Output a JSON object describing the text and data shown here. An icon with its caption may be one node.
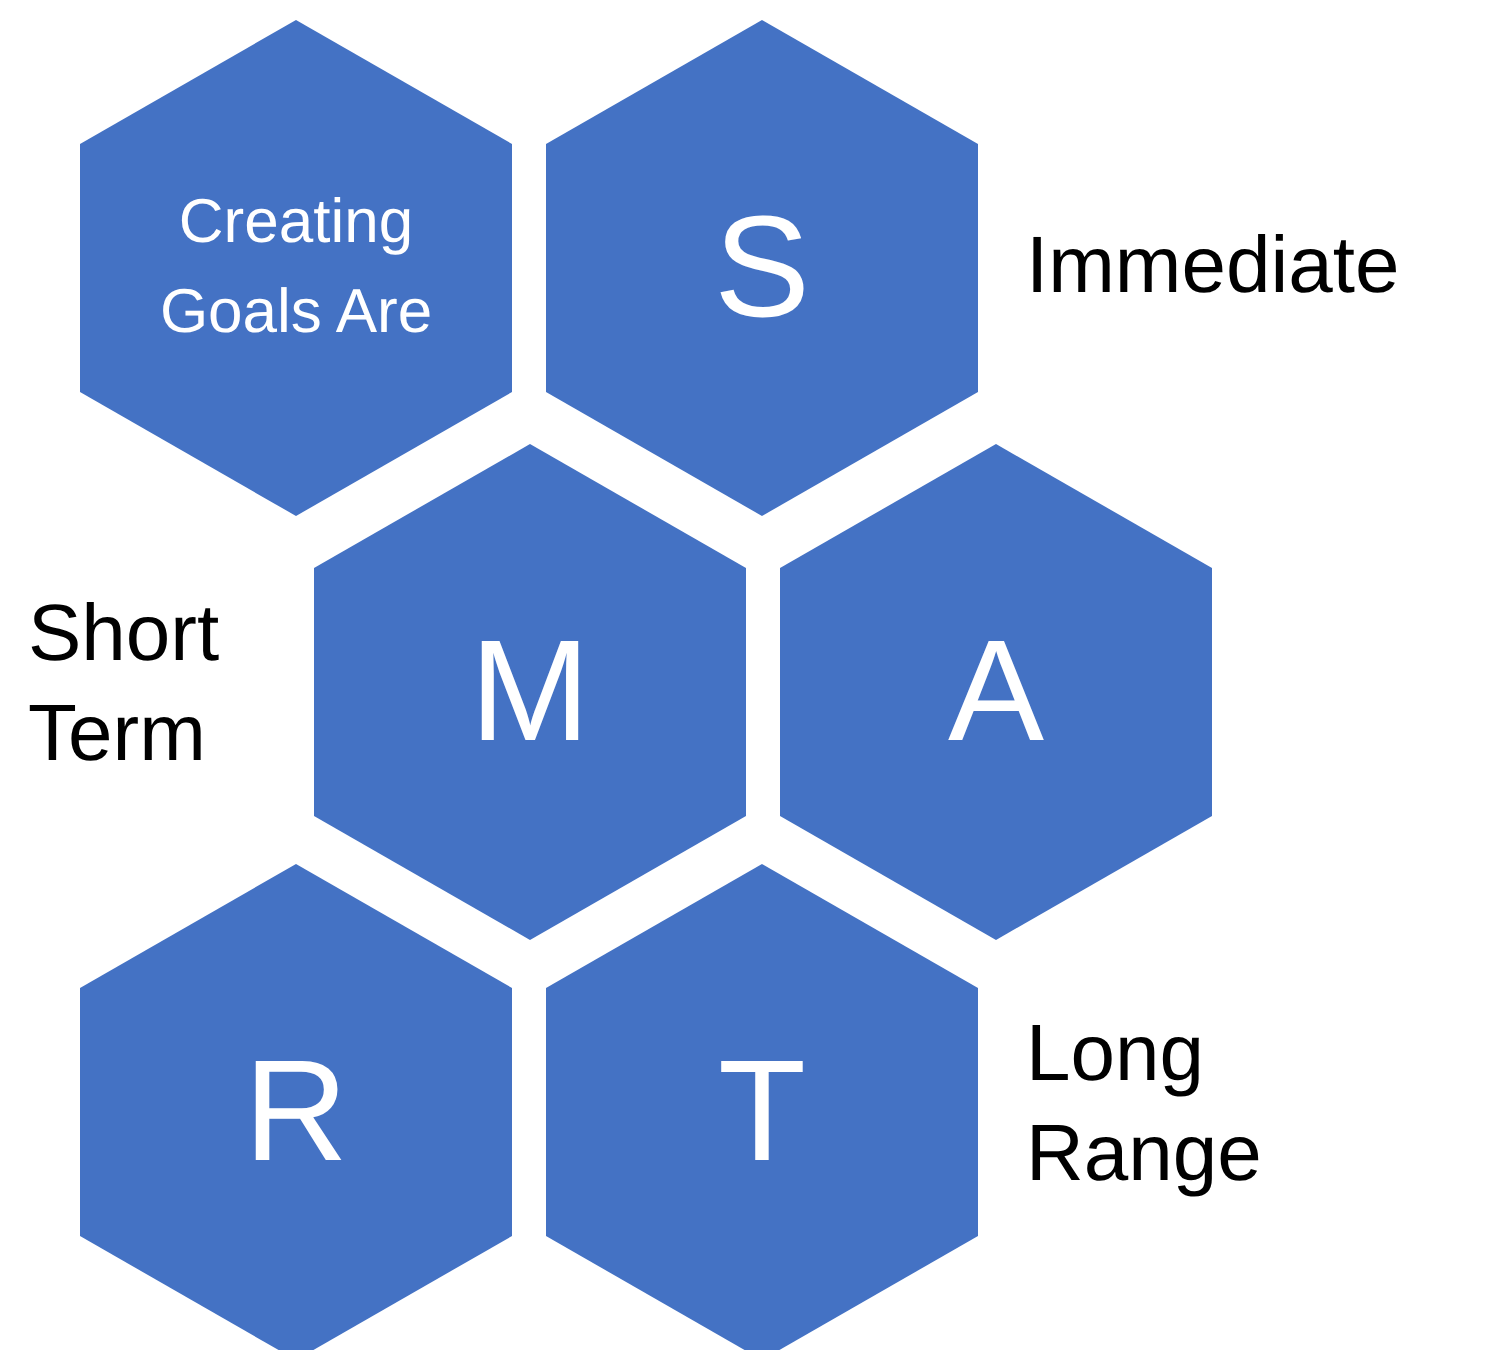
{
  "diagram": {
    "nodes": [
      {
        "text": [
          "Creating Goals Are"
        ]
      },
      {
        "text": [
          "S"
        ],
        "beside": [
          "Immediate"
        ]
      },
      {
        "text": [
          "M"
        ],
        "beside": [
          "Short Term"
        ]
      },
      {
        "text": [
          "A"
        ]
      },
      {
        "text": [
          "R"
        ]
      },
      {
        "text": [
          "T"
        ],
        "beside": [
          "Long Range"
        ]
      }
    ]
  }
}
